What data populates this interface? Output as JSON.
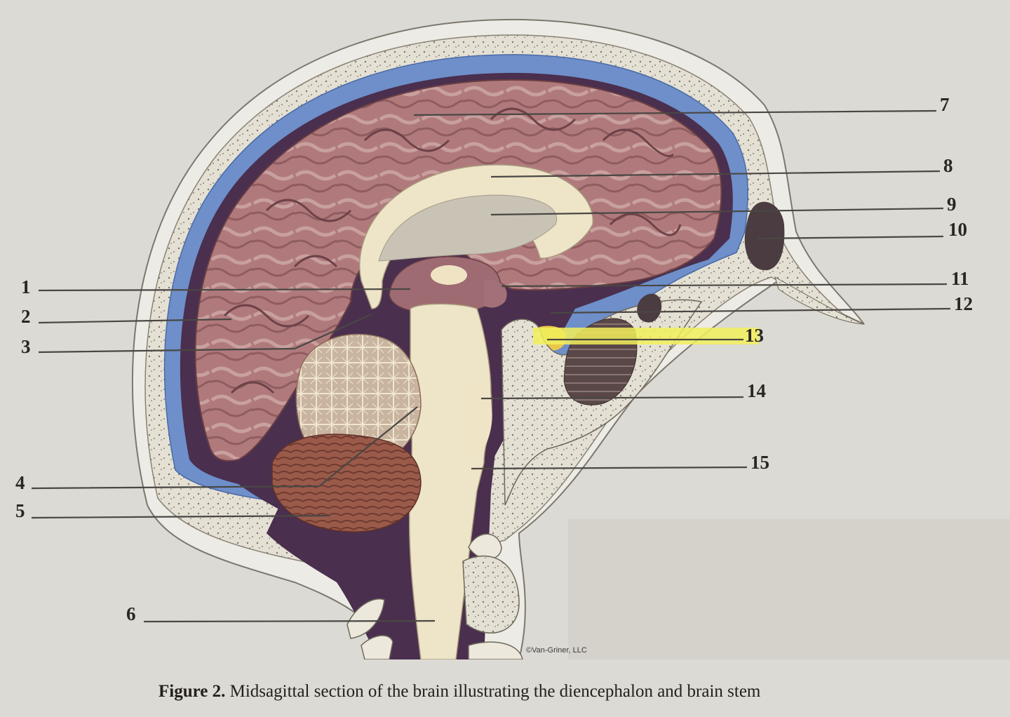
{
  "labels": [
    {
      "id": "1",
      "text": "1"
    },
    {
      "id": "2",
      "text": "2"
    },
    {
      "id": "3",
      "text": "3"
    },
    {
      "id": "4",
      "text": "4"
    },
    {
      "id": "5",
      "text": "5"
    },
    {
      "id": "6",
      "text": "6"
    },
    {
      "id": "7",
      "text": "7"
    },
    {
      "id": "8",
      "text": "8"
    },
    {
      "id": "9",
      "text": "9"
    },
    {
      "id": "10",
      "text": "10"
    },
    {
      "id": "11",
      "text": "11"
    },
    {
      "id": "12",
      "text": "12"
    },
    {
      "id": "13",
      "text": "13"
    },
    {
      "id": "14",
      "text": "14"
    },
    {
      "id": "15",
      "text": "15"
    }
  ],
  "highlighted_label": "13",
  "credit": "©Van-Griner, LLC",
  "caption": {
    "figure_number": "Figure 2.",
    "text": "Midsagittal section of the brain illustrating the diencephalon and brain stem"
  },
  "colors": {
    "background": "#dcdad4",
    "scalp": "#eeece6",
    "skull": "#d9d5c8",
    "meninges": "#6e8fc9",
    "cerebrum": "#b0787a",
    "gyri_highlight": "#c99a98",
    "dark_space": "#4a2f4e",
    "white_matter": "#eee5c8",
    "cerebellum": "#a0604e",
    "highlight": "#f2f05a"
  }
}
